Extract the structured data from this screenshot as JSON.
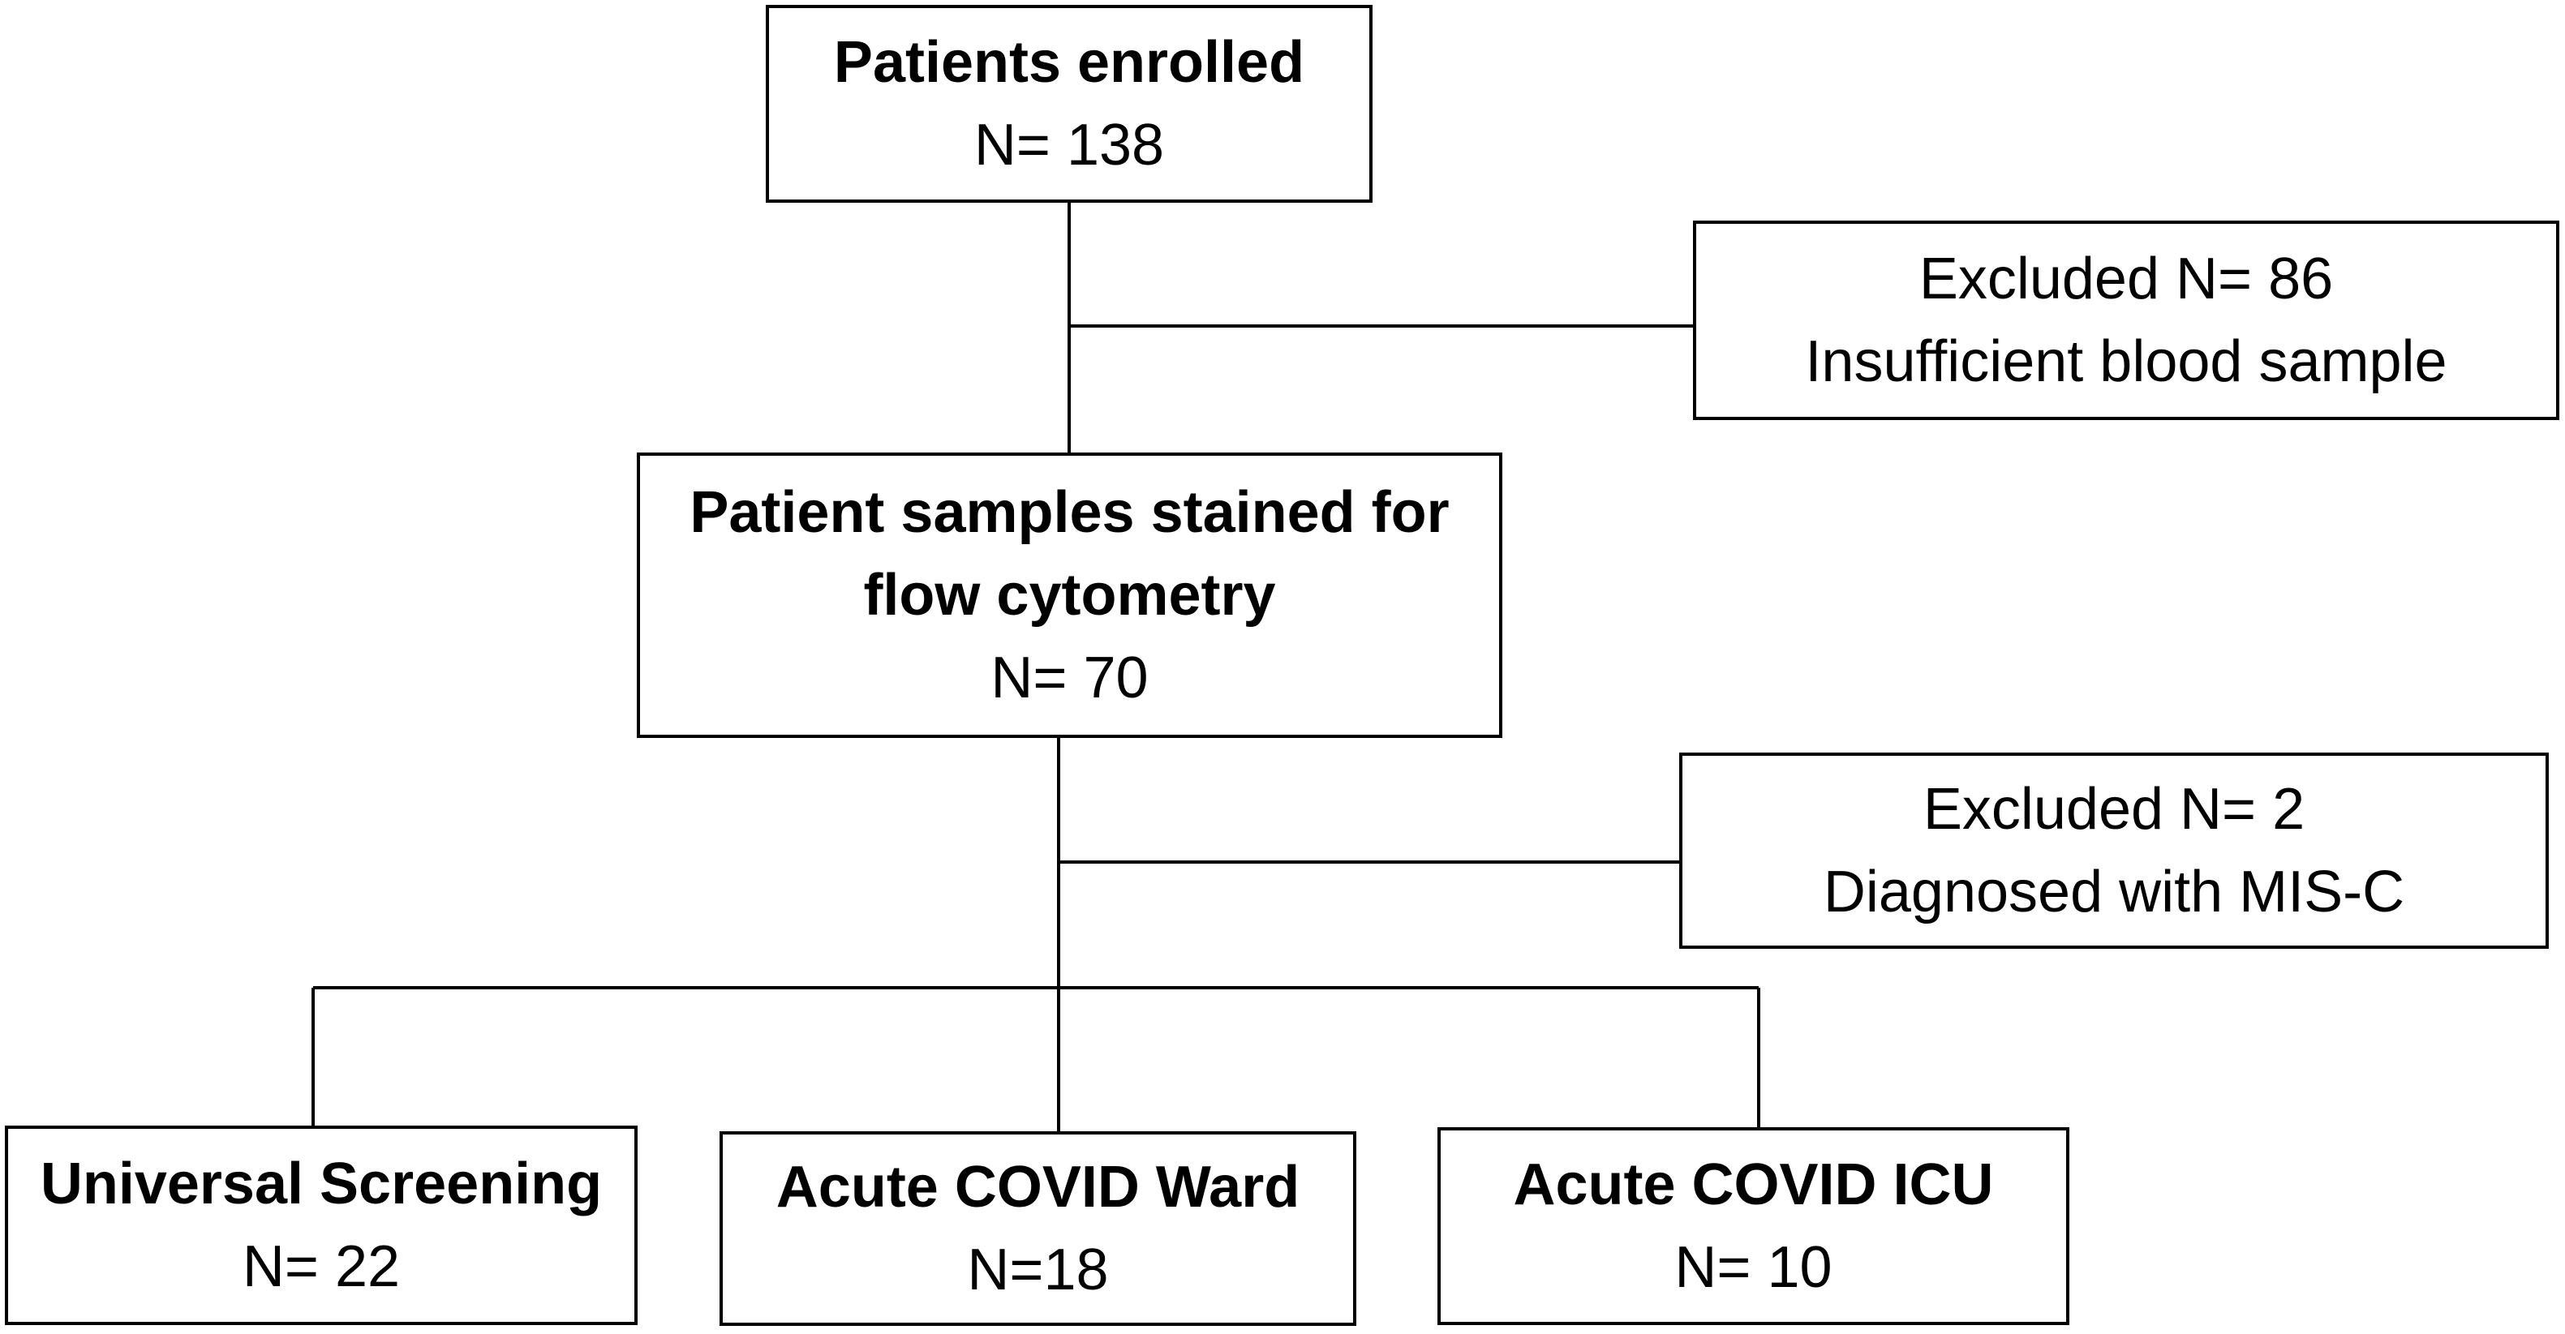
{
  "flowchart": {
    "enrolled": {
      "title": "Patients enrolled",
      "count": "N= 138"
    },
    "excluded_1": {
      "count": "Excluded N= 86",
      "reason": "Insufficient blood sample"
    },
    "stained": {
      "title_line1": "Patient samples stained for",
      "title_line2": "flow cytometry",
      "count": "N= 70"
    },
    "excluded_2": {
      "count": "Excluded N= 2",
      "reason": "Diagnosed with MIS-C"
    },
    "groups": [
      {
        "title": "Universal Screening",
        "count": "N= 22"
      },
      {
        "title": "Acute COVID Ward",
        "count": "N=18"
      },
      {
        "title": "Acute COVID ICU",
        "count": "N= 10"
      }
    ]
  },
  "colors": {
    "stroke": "#000000",
    "background": "#ffffff"
  }
}
